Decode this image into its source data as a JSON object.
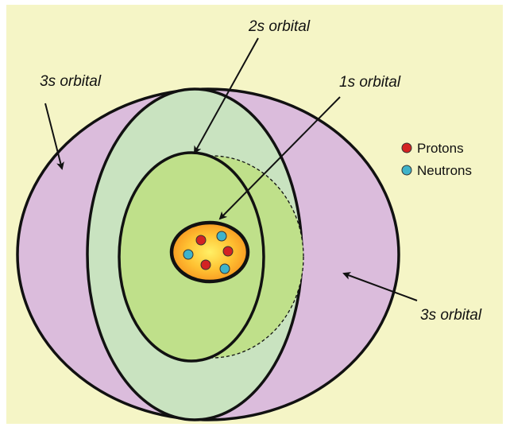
{
  "diagram": {
    "labels": {
      "orbital_3s_left": "3s orbital",
      "orbital_2s": "2s orbital",
      "orbital_1s": "1s orbital",
      "orbital_3s_right": "3s orbital"
    },
    "legend": {
      "protons": "Protons",
      "neutrons": "Neutrons"
    },
    "colors": {
      "background": "#f5f5c6",
      "orbital_3s": "#dbbcdc",
      "orbital_2s": "#c9e3c0",
      "orbital_1s": "#bfe08a",
      "nucleus_center": "#fff066",
      "nucleus_edge": "#f7921e",
      "proton": "#d32323",
      "neutron": "#3fb3c9"
    }
  }
}
